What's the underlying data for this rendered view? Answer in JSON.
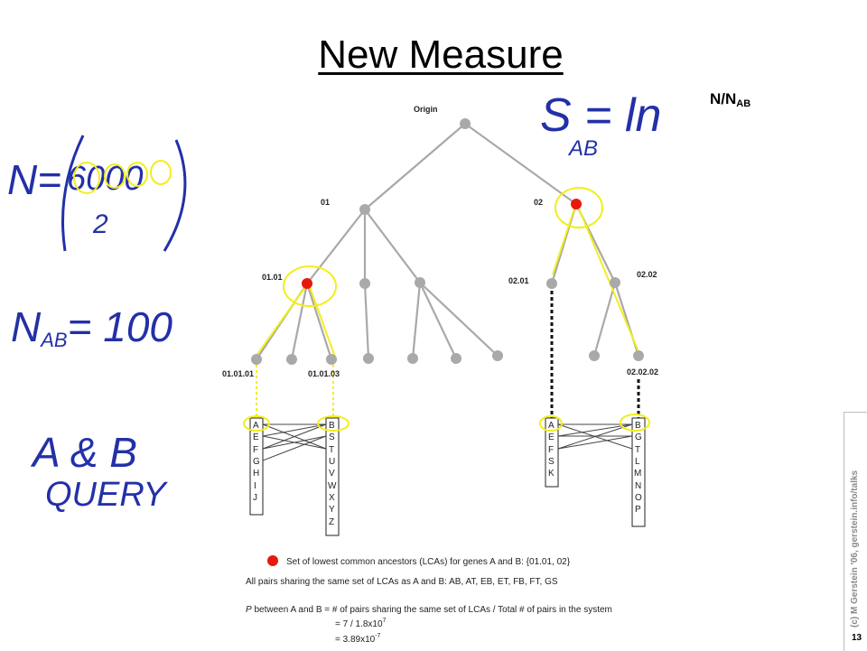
{
  "slide": {
    "title": "New Measure",
    "formula_main": "N/N",
    "formula_sub": "AB",
    "copyright": "(c) M Gerstein '06, gerstein.info/talks",
    "page_number": "13"
  },
  "tree": {
    "labels": {
      "origin": "Origin",
      "n01": "01",
      "n02": "02",
      "n0101": "01.01",
      "n0201": "02.01",
      "n0202": "02.02",
      "n010101": "01.01.01",
      "n010103": "01.01.03",
      "n020202": "02.02.02"
    },
    "gene_lists": {
      "list1": [
        "A",
        "E",
        "F",
        "G",
        "H",
        "I",
        "J"
      ],
      "list2": [
        "B",
        "S",
        "T",
        "U",
        "V",
        "W",
        "X",
        "Y",
        "Z"
      ],
      "list3": [
        "A",
        "E",
        "F",
        "S",
        "K"
      ],
      "list4": [
        "B",
        "G",
        "T",
        "L",
        "M",
        "N",
        "O",
        "P"
      ]
    }
  },
  "legend": {
    "lca_text": "Set of lowest common ancestors (LCAs) for genes A and B: {01.01, 02}",
    "pairs_text": "All pairs sharing the same set of LCAs as A and B:  AB, AT, EB, ET, FB, FT, GS",
    "p_italic": "P",
    "p_text": " between A and B = # of pairs sharing the same set of LCAs / Total # of pairs in the system",
    "eq1": "= 7 / 1.8x10",
    "eq1_exp": "7",
    "eq2": "= 3.89x10",
    "eq2_exp": "-7"
  },
  "handwriting": {
    "s_formula": "S = ln",
    "s_sub": "AB",
    "n_eq": "N=",
    "n_top": "6000",
    "n_bottom": "2",
    "nab_eq": "N",
    "nab_sub": "AB",
    "nab_val": "= 100",
    "query1": "A & B",
    "query2": "QUERY"
  },
  "colors": {
    "handwriting": "#2330a8",
    "highlight": "#f2ee1c",
    "lca_node": "#e8190c",
    "tree_node": "#a9a9a9",
    "tree_edge": "#a9a9a9"
  }
}
